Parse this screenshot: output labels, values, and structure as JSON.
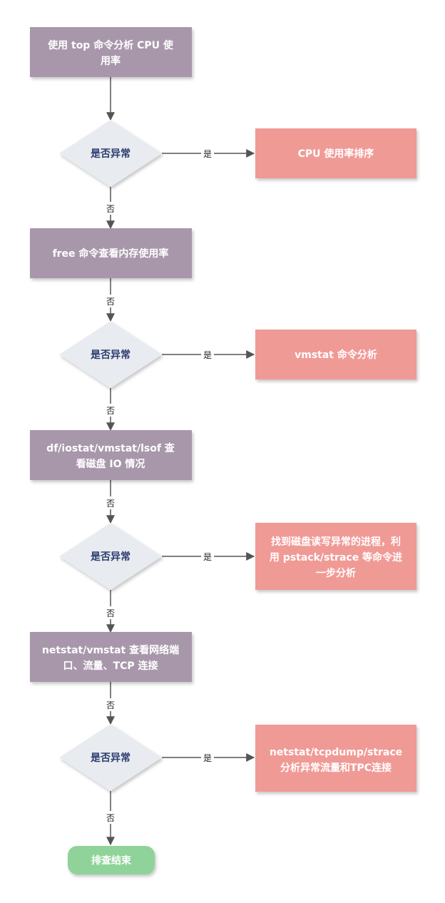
{
  "diagram": {
    "steps": [
      {
        "lines": [
          "使用 top 命令分析 CPU 使",
          "用率"
        ]
      },
      {
        "lines": [
          "free 命令查看内存使用率"
        ]
      },
      {
        "lines": [
          "df/iostat/vmstat/lsof 查",
          "看磁盘 IO 情况"
        ]
      },
      {
        "lines": [
          "netstat/vmstat 查看网络端",
          "口、流量、TCP 连接"
        ]
      }
    ],
    "decision_label": "是否异常",
    "actions": [
      {
        "lines": [
          "CPU 使用率排序"
        ]
      },
      {
        "lines": [
          "vmstat 命令分析"
        ]
      },
      {
        "lines": [
          "找到磁盘读写异常的进程，利",
          "用 pstack/strace 等命令进",
          "一步分析"
        ]
      },
      {
        "lines": [
          "netstat/tcpdump/strace",
          "分析异常流量和TPC连接"
        ]
      }
    ],
    "yes_label": "是",
    "no_label": "否",
    "end_label": "排查结束",
    "colors": {
      "step_fill": "#a897ab",
      "decision_fill": "#e8ebf0",
      "action_fill": "#f09a96",
      "end_fill": "#8fd39a",
      "line": "#555555",
      "decision_text": "#2c3e70"
    }
  }
}
